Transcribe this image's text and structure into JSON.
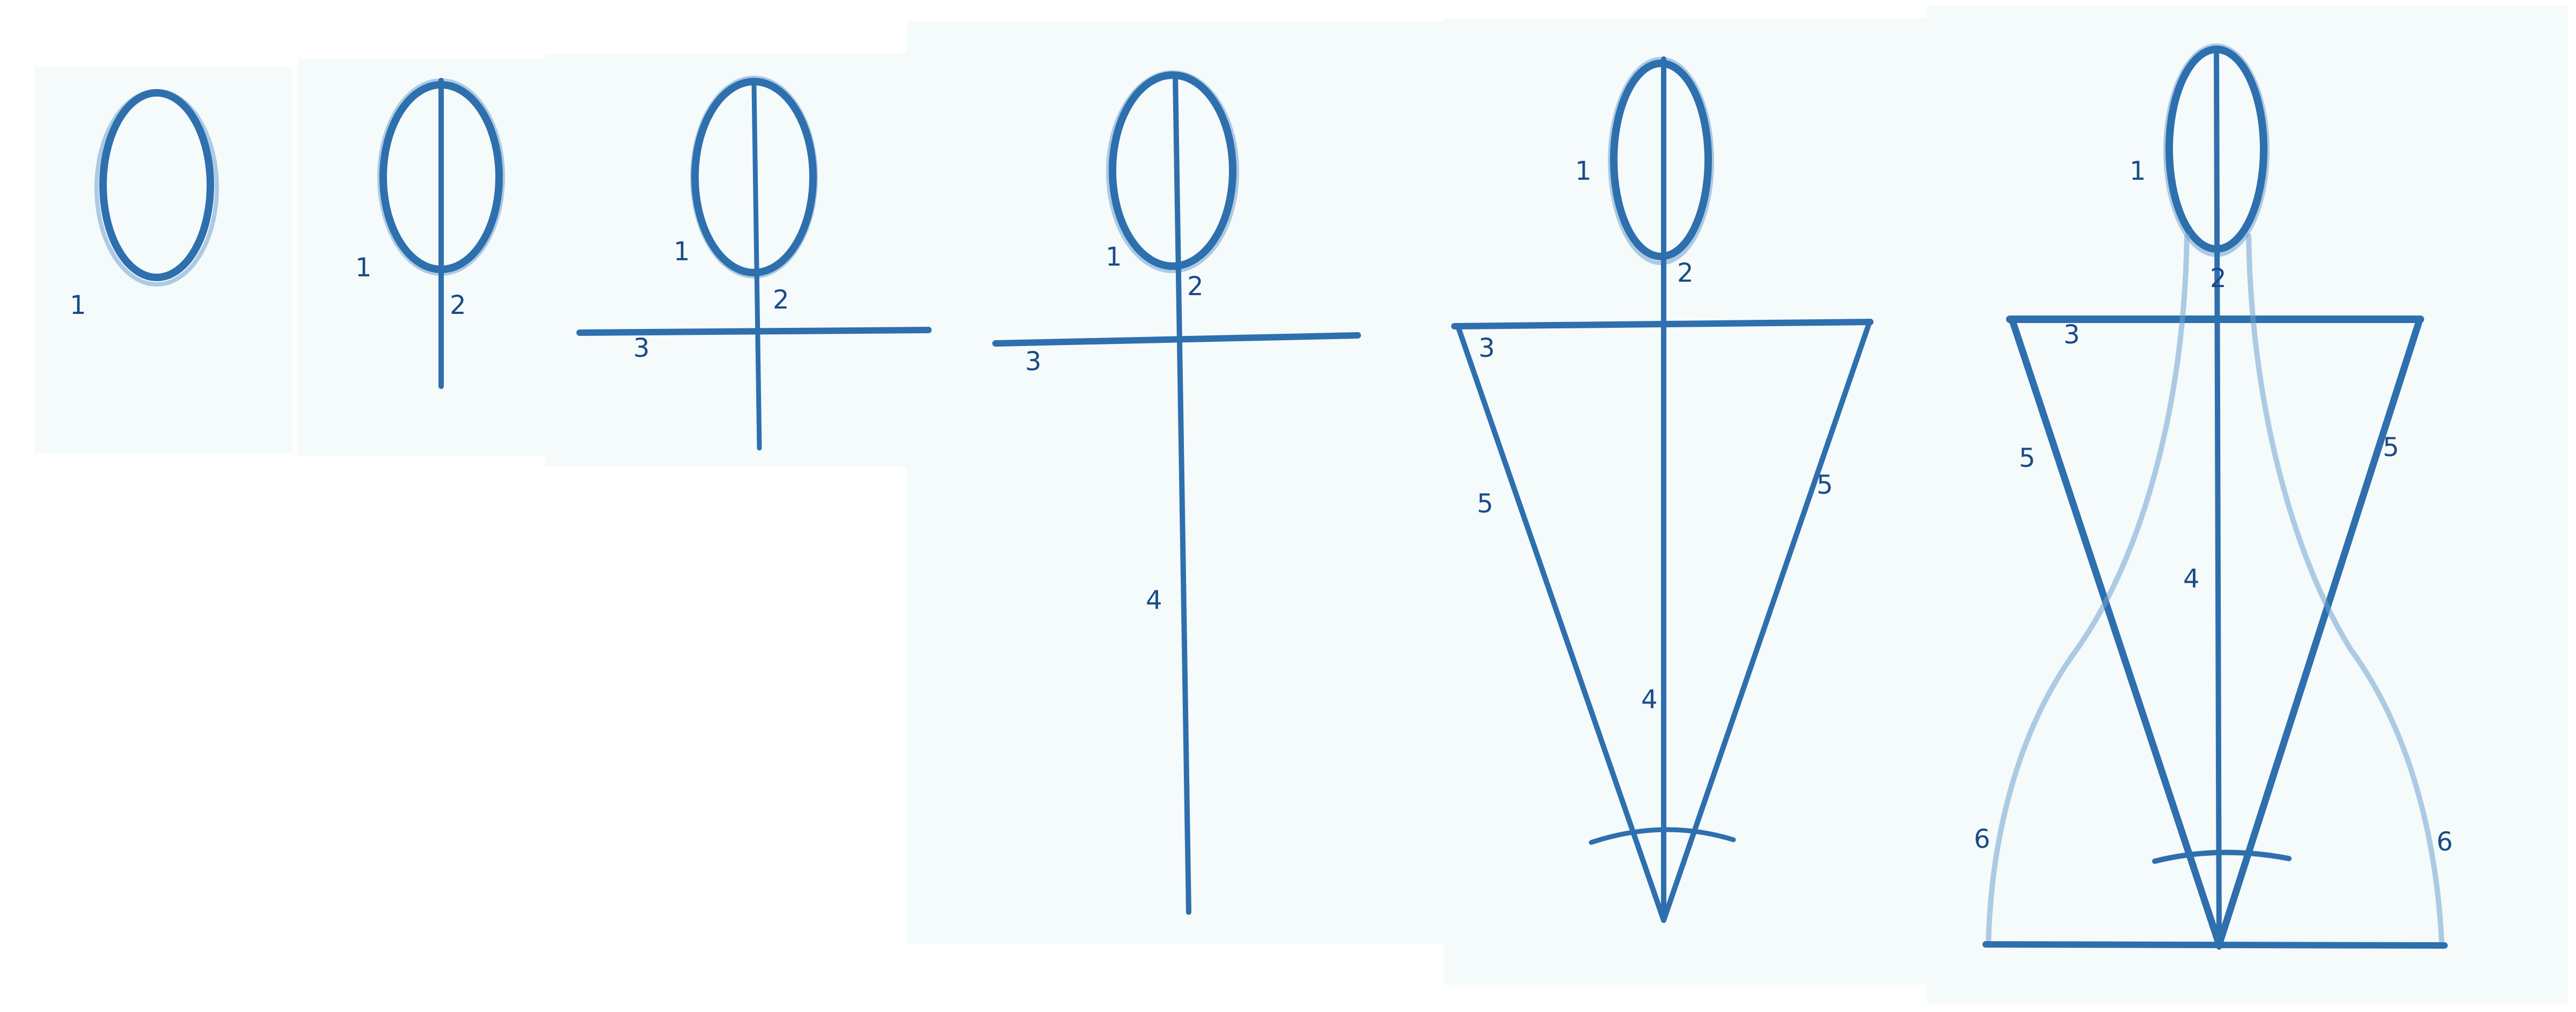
{
  "steps": [
    {
      "labels": {
        "head": "1"
      }
    },
    {
      "labels": {
        "head": "1",
        "neck": "2"
      }
    },
    {
      "labels": {
        "head": "1",
        "neck": "2",
        "shoulder": "3"
      }
    },
    {
      "labels": {
        "head": "1",
        "neck": "2",
        "shoulder": "3",
        "spine": "4"
      }
    },
    {
      "labels": {
        "head": "1",
        "neck": "2",
        "shoulder": "3",
        "torso_left": "5",
        "torso_right": "5",
        "spine": "4"
      }
    },
    {
      "labels": {
        "head": "1",
        "neck": "2",
        "shoulder": "3",
        "torso_left": "5",
        "torso_right": "5",
        "spine": "4",
        "skirt_left": "6",
        "skirt_right": "6"
      }
    }
  ],
  "colors": {
    "ink": "#2e6fae",
    "label": "#1b4a86",
    "paper": "#f5fafb"
  }
}
